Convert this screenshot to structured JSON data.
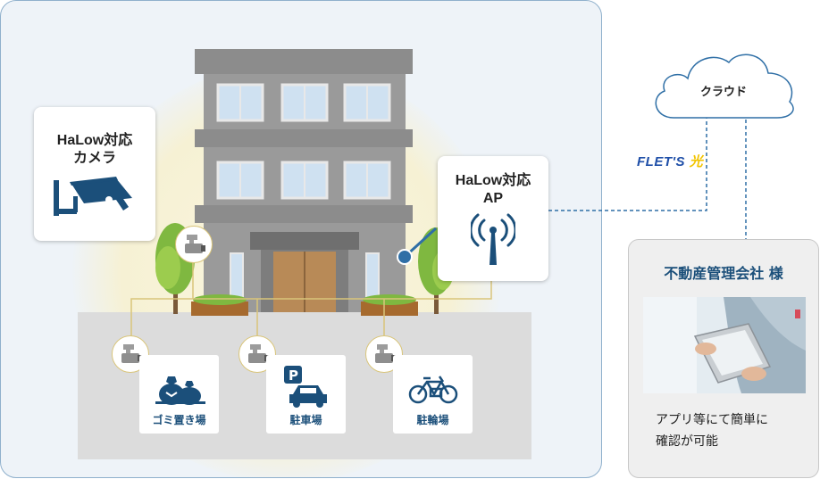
{
  "camera_card": {
    "line1": "HaLow対応",
    "line2": "カメラ",
    "icon": "security-camera-icon"
  },
  "ap_card": {
    "line1": "HaLow対応",
    "line2": "AP",
    "icon": "antenna-icon"
  },
  "cloud": {
    "label": "クラウド"
  },
  "flets": {
    "text": "FLET'S",
    "mark": "光"
  },
  "company": {
    "name": "不動産管理会社 様",
    "desc_line1": "アプリ等にて簡単に",
    "desc_line2": "確認が可能"
  },
  "locations": [
    {
      "label": "ゴミ置き場",
      "icon": "garbage-bags-icon"
    },
    {
      "label": "駐車場",
      "icon": "parking-car-icon"
    },
    {
      "label": "駐輪場",
      "icon": "bicycle-icon"
    }
  ],
  "colors": {
    "accent": "#1b4f7a",
    "line": "#2f6fa6",
    "gold": "#d9c57a",
    "flets_blue": "#1f4fa8",
    "flets_yellow": "#f2c400"
  }
}
